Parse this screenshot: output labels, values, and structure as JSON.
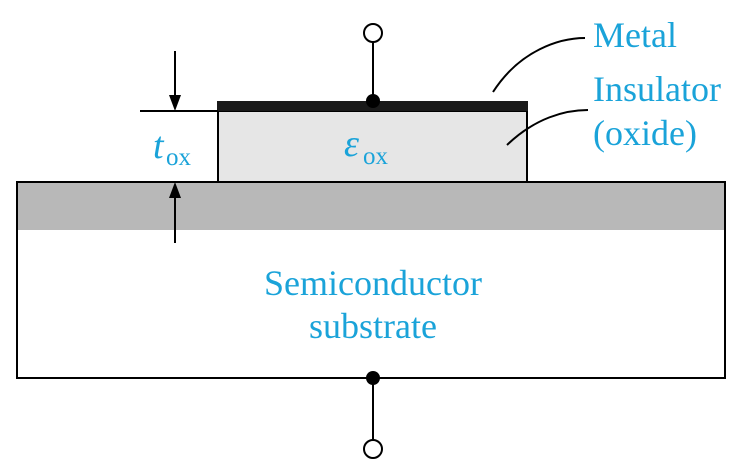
{
  "labels": {
    "metal": "Metal",
    "insulator_line1": "Insulator",
    "insulator_line2": "(oxide)",
    "semiconductor_line1": "Semiconductor",
    "semiconductor_line2": "substrate",
    "thickness_symbol": "t",
    "thickness_subscript": "ox",
    "permittivity_symbol": "ε",
    "permittivity_subscript": "ox"
  },
  "colors": {
    "label_color": "#1aa3d9",
    "line_color": "#000000",
    "metal_color": "#1a1a1a",
    "insulator_fill": "#e6e6e6",
    "depletion_fill": "#b8b8b8",
    "substrate_fill": "#ffffff"
  }
}
